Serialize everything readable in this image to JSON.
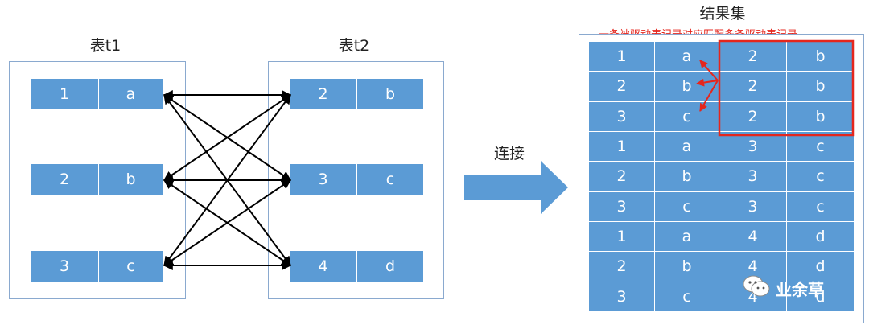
{
  "table_t1": {
    "title": "表t1",
    "rows": [
      {
        "c1": "1",
        "c2": "a"
      },
      {
        "c1": "2",
        "c2": "b"
      },
      {
        "c1": "3",
        "c2": "c"
      }
    ]
  },
  "table_t2": {
    "title": "表t2",
    "rows": [
      {
        "c1": "2",
        "c2": "b"
      },
      {
        "c1": "3",
        "c2": "c"
      },
      {
        "c1": "4",
        "c2": "d"
      }
    ]
  },
  "join_label": "连接",
  "result": {
    "title": "结果集",
    "annotation": "一条被驱动表记录对应匹配多条驱动表记录",
    "rows": [
      [
        "1",
        "a",
        "2",
        "b"
      ],
      [
        "2",
        "b",
        "2",
        "b"
      ],
      [
        "3",
        "c",
        "2",
        "b"
      ],
      [
        "1",
        "a",
        "3",
        "c"
      ],
      [
        "2",
        "b",
        "3",
        "c"
      ],
      [
        "3",
        "c",
        "3",
        "c"
      ],
      [
        "1",
        "a",
        "4",
        "d"
      ],
      [
        "2",
        "b",
        "4",
        "d"
      ],
      [
        "3",
        "c",
        "4",
        "d"
      ]
    ]
  },
  "watermark": {
    "text": "业余草",
    "icon": "wechat-icon"
  },
  "colors": {
    "cell": "#5b9bd5",
    "frame": "#8aa9cf",
    "highlight": "#e5261d",
    "arrow": "#5b9bd5"
  }
}
